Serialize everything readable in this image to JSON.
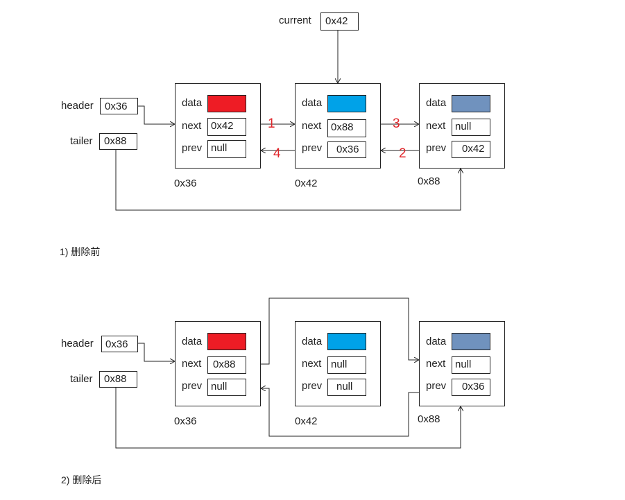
{
  "colors": {
    "red": "#ee1c25",
    "blue": "#00a2e8",
    "grey": "#7092be",
    "step": "#e0262b"
  },
  "before": {
    "caption": "1) 删除前",
    "current": {
      "label": "current",
      "value": "0x42"
    },
    "header": {
      "label": "header",
      "value": "0x36"
    },
    "tailer": {
      "label": "tailer",
      "value": "0x88"
    },
    "nodes": [
      {
        "address": "0x36",
        "data_label": "data",
        "next_label": "next",
        "next": "0x42",
        "prev_label": "prev",
        "prev": "null"
      },
      {
        "address": "0x42",
        "data_label": "data",
        "next_label": "next",
        "next": "0x88",
        "prev_label": "prev",
        "prev": "0x36"
      },
      {
        "address": "0x88",
        "data_label": "data",
        "next_label": "next",
        "next": "null",
        "prev_label": "prev",
        "prev": "0x42"
      }
    ],
    "steps": [
      "1",
      "2",
      "3",
      "4"
    ]
  },
  "after": {
    "caption": "2) 删除后",
    "header": {
      "label": "header",
      "value": "0x36"
    },
    "tailer": {
      "label": "tailer",
      "value": "0x88"
    },
    "nodes": [
      {
        "address": "0x36",
        "data_label": "data",
        "next_label": "next",
        "next": "0x88",
        "prev_label": "prev",
        "prev": "null"
      },
      {
        "address": "0x42",
        "data_label": "data",
        "next_label": "next",
        "next": "null",
        "prev_label": "prev",
        "prev": "null"
      },
      {
        "address": "0x88",
        "data_label": "data",
        "next_label": "next",
        "next": "null",
        "prev_label": "prev",
        "prev": "0x36"
      }
    ]
  }
}
